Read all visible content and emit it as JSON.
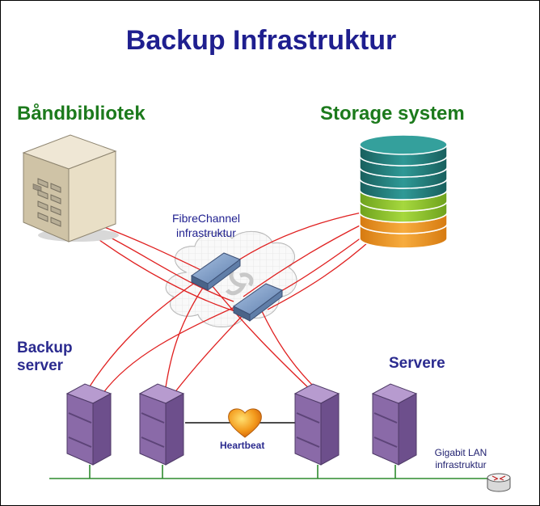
{
  "title": "Backup Infrastruktur",
  "labels": {
    "tape_library": "Båndbibliotek",
    "storage_system": "Storage system",
    "fc_line1": "FibreChannel",
    "fc_line2": "infrastruktur",
    "backup_line1": "Backup",
    "backup_line2": "server",
    "servers": "Servere",
    "heartbeat": "Heartbeat",
    "lan_line1": "Gigabit LAN",
    "lan_line2": "infrastruktur"
  },
  "colors": {
    "title": "#1f1f8f",
    "heading_green": "#1c7a1c",
    "fc_link": "#e02020",
    "lan_link": "#2e8b2e",
    "server_body": "#8a6aa8",
    "storage_teal": "#1f7d7b",
    "storage_green": "#8fc52c",
    "storage_orange": "#f0951e",
    "switch_blue": "#7d9dc6"
  },
  "icons": [
    "tape-library-icon",
    "storage-array-icon",
    "fc-cloud-icon",
    "fc-switch-icon",
    "server-tower-icon",
    "heart-icon",
    "router-icon"
  ]
}
